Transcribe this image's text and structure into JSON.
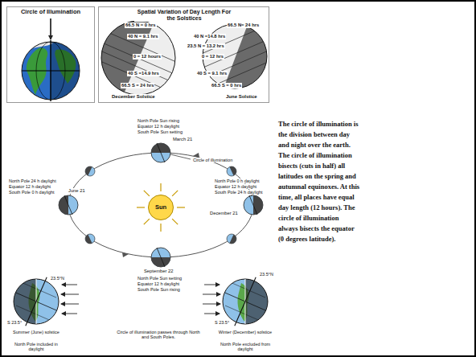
{
  "diagram": {
    "nodes": [
      {
        "text": [
          "Circle of Illumination"
        ]
      },
      {
        "text": [
          "Spatial Variation of Day Length For the Solstices"
        ]
      },
      {
        "text": [
          "Sun"
        ]
      }
    ],
    "labels": [
      "66.5 N = 0 hrs",
      "40 N = 9.1 hrs",
      "0 = 12 hours",
      "40 S =14.9 hrs",
      "66.5 S = 24 hrs",
      "December Solstice",
      "66.5 N= 24 hrs",
      "40 N =14.8 hrs",
      "23.5 N = 13.2 hrs",
      "0 = 12 hrs",
      "40 S = 9.1 hrs",
      "66.5 S = 0 hrs",
      "June Solstice",
      "North Pole Sun rising",
      "Equator 12 h daylight",
      "South Pole Sun setting",
      "March 21",
      "Circle of illumination",
      "North Pole 24 h daylight",
      "Equator 12 h daylight",
      "South Pole 0 h daylight",
      "June 21",
      "North Pole 0 h daylight",
      "Equator 12 h daylight",
      "South Pole 24 h daylight",
      "December 21",
      "September 22",
      "North Pole Sun setting",
      "Equator 12 h daylight",
      "South Pole Sun rising",
      "23.5°N",
      "S 23.5°",
      "Summer (June) solstice",
      "North Pole included in daylight",
      "23.5°N",
      "S 23.5°",
      "Winter (December) solstice",
      "North Pole excluded from daylight",
      "Circle of illumination passes through North and South Poles.",
      "The circle of illumination is the division between day and night over the earth. The circle of illumination bisects (cuts in half) all latitudes on the spring and autumnal equinoxes. At this time, all places have equal day length (12 hours). The circle of illumination always bisects the equator (0 degrees latitude)."
    ]
  }
}
